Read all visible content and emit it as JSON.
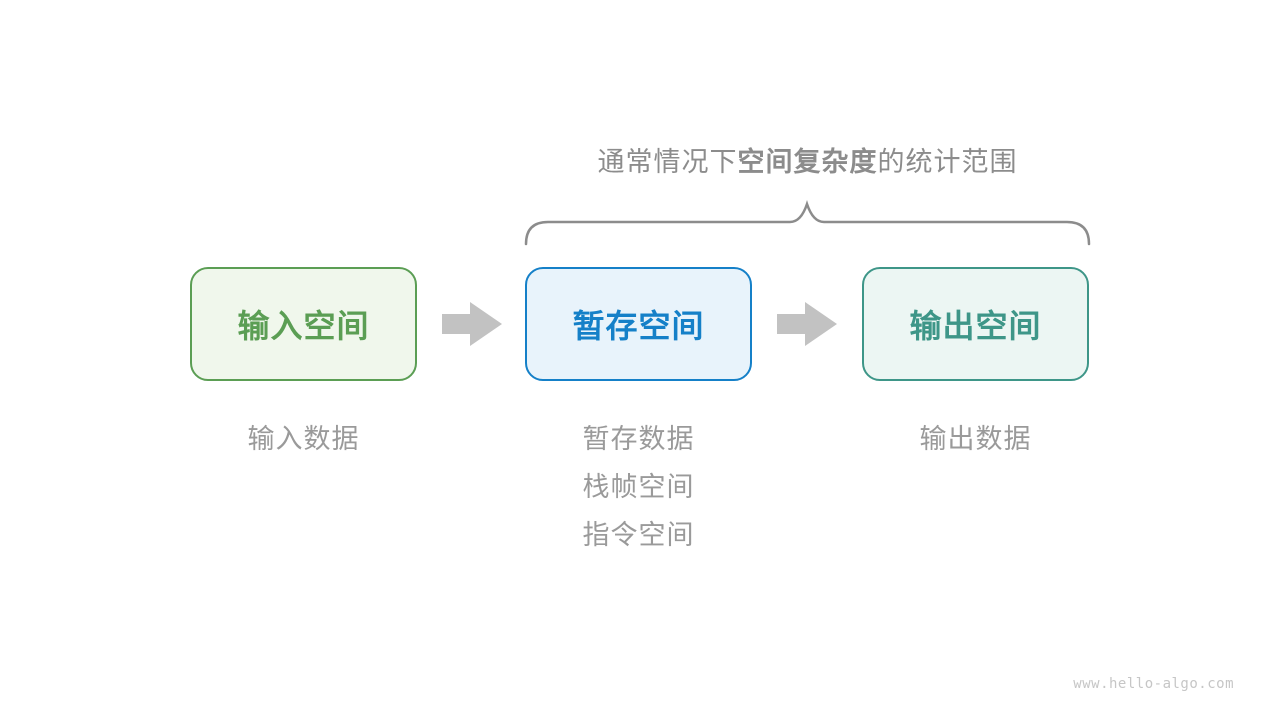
{
  "annotation": {
    "prefix": "通常情况下",
    "bold": "空间复杂度",
    "suffix": "的统计范围"
  },
  "boxes": [
    {
      "label": "输入空间",
      "color": "#5b9e54",
      "fill": "#f0f7ec",
      "notes": [
        "输入数据"
      ]
    },
    {
      "label": "暂存空间",
      "color": "#1580c8",
      "fill": "#e8f3fb",
      "notes": [
        "暂存数据",
        "栈帧空间",
        "指令空间"
      ]
    },
    {
      "label": "输出空间",
      "color": "#3e9688",
      "fill": "#ecf6f3",
      "notes": [
        "输出数据"
      ]
    }
  ],
  "colors": {
    "annotation_text": "#8c8c8c",
    "brace": "#8c8c8c",
    "arrow": "#c2c2c2",
    "note_text": "#9a9a9a",
    "watermark": "#c6c6c6"
  },
  "watermark": "www.hello-algo.com"
}
